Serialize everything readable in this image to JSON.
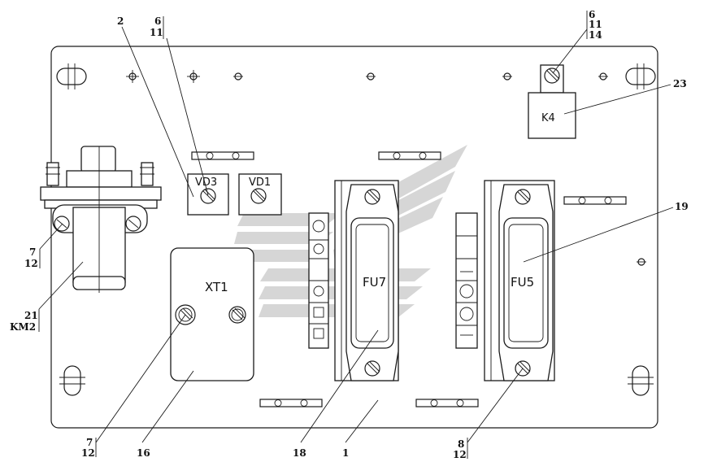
{
  "components": {
    "xt1": "XT1",
    "fu7": "FU7",
    "fu5": "FU5",
    "vd3": "VD3",
    "vd1": "VD1",
    "k4": "K4"
  },
  "callouts": {
    "c2": "2",
    "c6_11_top": [
      "6",
      "11"
    ],
    "c6_11_14": [
      "6",
      "11",
      "14"
    ],
    "c23": "23",
    "c19": "19",
    "c7_12_left": [
      "7",
      "12"
    ],
    "c21_km2": [
      "21",
      "KM2"
    ],
    "c7_12_bottom": [
      "7",
      "12"
    ],
    "c16": "16",
    "c18": "18",
    "c1": "1",
    "c8_12": [
      "8",
      "12"
    ]
  },
  "colors": {
    "line": "#1a1a1a",
    "watermark": "#c8c8c8",
    "background": "#ffffff"
  }
}
